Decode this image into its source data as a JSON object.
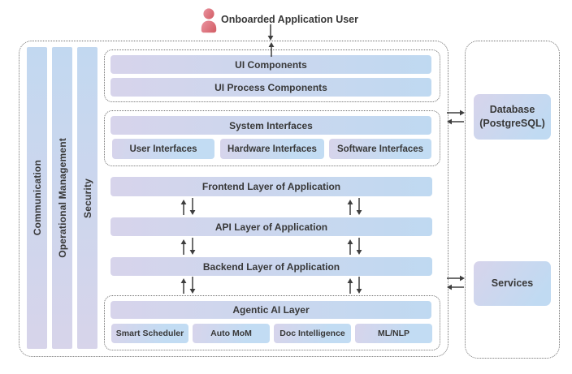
{
  "user": {
    "label": "Onboarded Application User"
  },
  "pillars": [
    {
      "label": "Communication"
    },
    {
      "label": "Operational Management"
    },
    {
      "label": "Security"
    }
  ],
  "ui_group": {
    "bars": [
      {
        "label": "UI Components"
      },
      {
        "label": "UI Process Components"
      }
    ]
  },
  "system_group": {
    "header": "System Interfaces",
    "boxes": [
      {
        "label": "User Interfaces"
      },
      {
        "label": "Hardware Interfaces"
      },
      {
        "label": "Software Interfaces"
      }
    ]
  },
  "layers": [
    {
      "label": "Frontend Layer of Application"
    },
    {
      "label": "API Layer of Application"
    },
    {
      "label": "Backend Layer of Application"
    }
  ],
  "agentic_group": {
    "header": "Agentic AI Layer",
    "boxes": [
      {
        "label": "Smart Scheduler"
      },
      {
        "label": "Auto MoM"
      },
      {
        "label": "Doc Intelligence"
      },
      {
        "label": "ML/NLP"
      }
    ]
  },
  "right_panel": {
    "database": {
      "line1": "Database",
      "line2": "(PostgreSQL)"
    },
    "services": {
      "label": "Services"
    }
  },
  "colors": {
    "bar_gradient_start": "#d7d4eb",
    "bar_gradient_end": "#bfd9f1",
    "pillar_gradient_start": "#c2d8f0",
    "pillar_gradient_end": "#d7d4ea",
    "user_icon_gradient_start": "#ea93a0",
    "user_icon_gradient_end": "#d5646c",
    "text": "#383838",
    "border": "#707070",
    "arrow": "#3e3e3e"
  }
}
